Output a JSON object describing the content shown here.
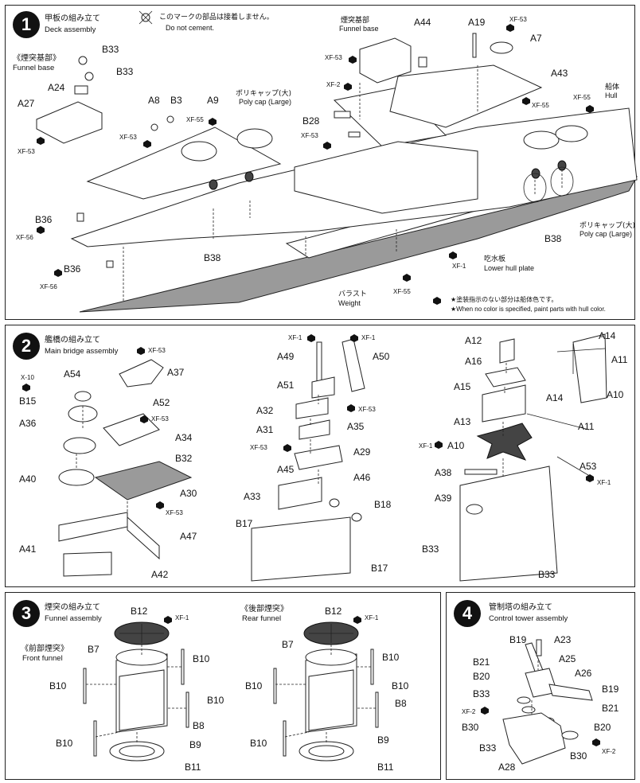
{
  "steps": [
    {
      "number": "1",
      "title_jp": "甲板の組み立て",
      "title_en": "Deck assembly"
    },
    {
      "number": "2",
      "title_jp": "艦橋の組み立て",
      "title_en": "Main bridge assembly"
    },
    {
      "number": "3",
      "title_jp": "煙突の組み立て",
      "title_en": "Funnel assembly"
    },
    {
      "number": "4",
      "title_jp": "管制塔の組み立て",
      "title_en": "Control tower assembly"
    }
  ],
  "notices": {
    "no_cement_jp": "このマークの部品は接着しません。",
    "no_cement_en": "Do not cement.",
    "hull_color_jp": "★塗装指示のない部分は船体色です。",
    "hull_color_en": "★When no color is specified, paint parts with hull color."
  },
  "step1": {
    "funnel_base_left_jp": "《煙突基部》",
    "funnel_base_left_en": "Funnel base",
    "funnel_base_top_jp": "煙突基部",
    "funnel_base_top_en": "Funnel base",
    "poly_cap_jp": "ポリキャップ(大)",
    "poly_cap_en": "Poly cap (Large)",
    "hull_jp": "船体",
    "hull_en": "Hull",
    "lower_hull_jp": "吃水板",
    "lower_hull_en": "Lower hull plate",
    "ballast_jp": "バラスト",
    "ballast_en": "Weight",
    "parts": [
      "B33",
      "B33",
      "A24",
      "A27",
      "A8",
      "B3",
      "A9",
      "A44",
      "A19",
      "A7",
      "A43",
      "B28",
      "B36",
      "B36",
      "B38",
      "B38"
    ],
    "paints": [
      "XF-53",
      "XF-53",
      "XF-55",
      "XF-53",
      "XF-53",
      "XF-2",
      "XF-53",
      "XF-55",
      "XF-55",
      "XF-56",
      "XF-56",
      "XF-1",
      "XF-55"
    ]
  },
  "step2": {
    "parts": [
      "A37",
      "A54",
      "B15",
      "A52",
      "A36",
      "A34",
      "A40",
      "B32",
      "A30",
      "A41",
      "A47",
      "A42",
      "A49",
      "A50",
      "A51",
      "A32",
      "A31",
      "A35",
      "A29",
      "A45",
      "A46",
      "A33",
      "B18",
      "B17",
      "B17",
      "A12",
      "A14",
      "A16",
      "A11",
      "A10",
      "A15",
      "A14",
      "A13",
      "A11",
      "A10",
      "A53",
      "A38",
      "A39",
      "B33",
      "B33"
    ],
    "paints": [
      "XF-53",
      "X-10",
      "XF-53",
      "XF-53",
      "XF-1",
      "XF-1",
      "XF-53",
      "XF-53",
      "XF-1",
      "XF-1"
    ]
  },
  "step3": {
    "front_funnel_jp": "《前部煙突》",
    "front_funnel_en": "Front funnel",
    "rear_funnel_jp": "《後部煙突》",
    "rear_funnel_en": "Rear funnel",
    "parts": [
      "B12",
      "B7",
      "B10",
      "B10",
      "B10",
      "B8",
      "B10",
      "B9",
      "B11",
      "B12",
      "B7",
      "B10",
      "B10",
      "B10",
      "B8",
      "B10",
      "B9",
      "B11"
    ],
    "paints": [
      "XF-1",
      "XF-1"
    ]
  },
  "step4": {
    "parts": [
      "B19",
      "A23",
      "B21",
      "A25",
      "B20",
      "A26",
      "B19",
      "B33",
      "B21",
      "B30",
      "B20",
      "B33",
      "B30",
      "A28"
    ],
    "paints": [
      "XF-2",
      "XF-2"
    ]
  },
  "colors": {
    "ink": "#111111",
    "hull_gray": "#9a9a9a",
    "dark_gray": "#444444"
  }
}
